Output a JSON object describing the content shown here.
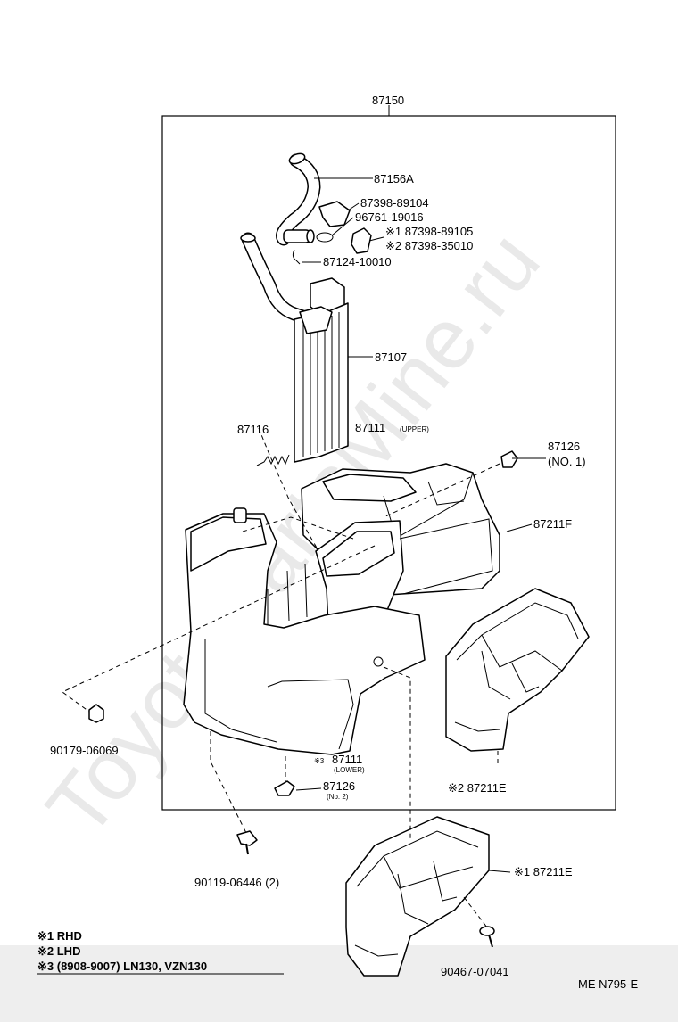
{
  "watermark": "ToyotaPartsMine.ru",
  "assembly_label": "87150",
  "parts": {
    "p87156a": "87156A",
    "p87398_89104": "87398-89104",
    "p96761_19016": "96761-19016",
    "p87398_89105": "※1  87398-89105",
    "p87398_35010": "※2  87398-35010",
    "p87124_10010": "87124-10010",
    "p87107": "87107",
    "p87116": "87116",
    "p87111_upper": "87111",
    "p87111_upper_note": "(UPPER)",
    "p87126_no1": "87126",
    "p87126_no1_note": "(NO. 1)",
    "p87211f": "87211F",
    "p90179_06069": "90179-06069",
    "p87111_lower_mark": "※3",
    "p87111_lower": "87111",
    "p87111_lower_note": "(LOWER)",
    "p87126_no2": "87126",
    "p87126_no2_note": "(No. 2)",
    "p87211e_2": "※2  87211E",
    "p90119_06446": "90119-06446 (2)",
    "p87211e_1": "※1 87211E",
    "p90467_07041": "90467-07041"
  },
  "legend": {
    "l1": "※1 RHD",
    "l2": "※2 LHD",
    "l3": "※3 (8908-9007) LN130, VZN130"
  },
  "footer_code": "ME  N795-E"
}
